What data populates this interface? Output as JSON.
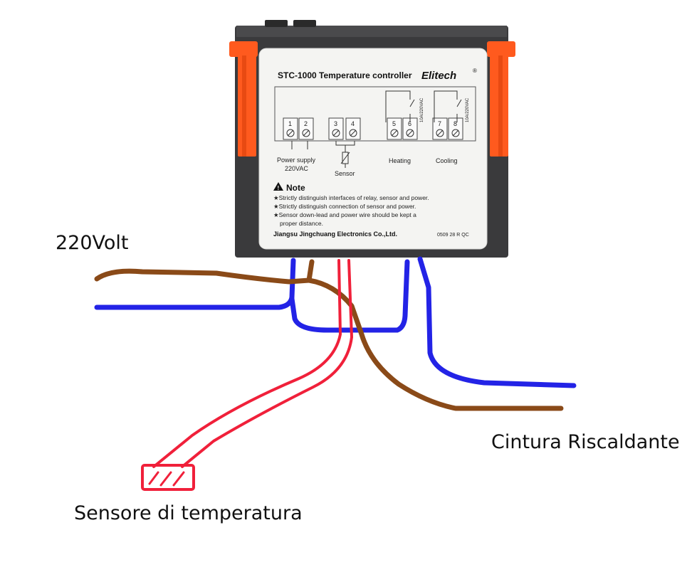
{
  "labels": {
    "power": "220Volt",
    "heater": "Cintura Riscaldante",
    "sensor": "Sensore di temperatura"
  },
  "controller": {
    "model": "STC-1000 Temperature controller",
    "brand": "Elitech",
    "brand_mark": "®",
    "terminals": [
      "1",
      "2",
      "3",
      "4",
      "5",
      "6",
      "7",
      "8"
    ],
    "relay_rating_heat": "10A/220VAC",
    "relay_rating_cool": "10A/220VAC",
    "groups": {
      "power_line1": "Power supply",
      "power_line2": "220VAC",
      "sensor": "Sensor",
      "heating": "Heating",
      "cooling": "Cooling"
    },
    "note_title": "Note",
    "notes": [
      "★Strictly distinguish interfaces of relay, sensor and power.",
      "★Strictly distinguish connection of sensor and power.",
      "★Sensor down-lead and power wire should be kept a",
      "proper distance."
    ],
    "manufacturer": "Jiangsu Jingchuang Electronics Co.,Ltd.",
    "code": "0509 28 R QC"
  },
  "colors": {
    "wire_blue": "#2323e6",
    "wire_brown": "#8a4a18",
    "wire_red": "#f0203a",
    "clip_orange": "#ff5a1e",
    "housing": "#3a3a3c",
    "label_panel": "#f4f4f2"
  }
}
